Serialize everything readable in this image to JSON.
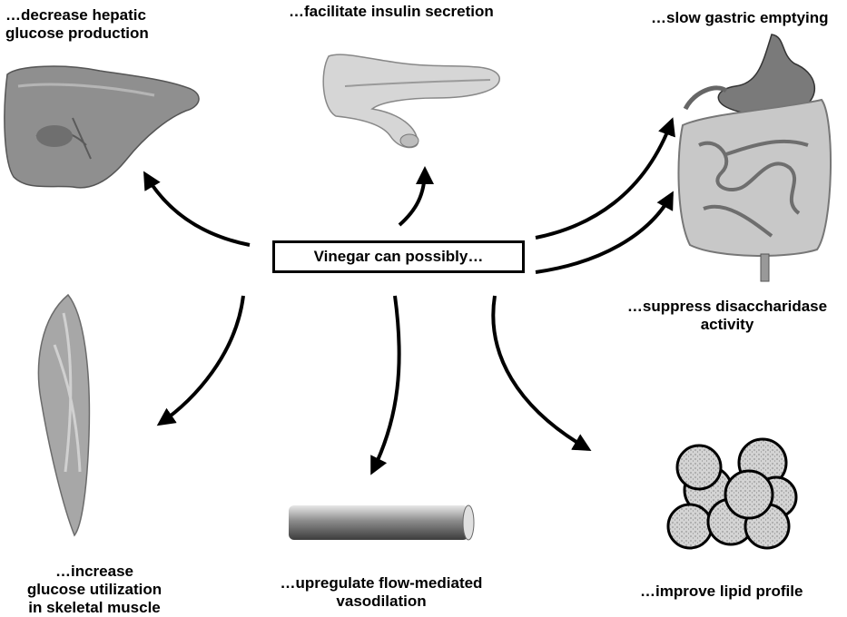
{
  "center": {
    "text": "Vinegar can possibly…"
  },
  "effects": {
    "liver": {
      "line1": "…decrease hepatic",
      "line2": "glucose production"
    },
    "pancreas": {
      "line1": "…facilitate insulin secretion"
    },
    "stomach": {
      "line1": "…slow gastric emptying"
    },
    "intestine": {
      "line1": "…suppress disaccharidase",
      "line2": "activity"
    },
    "muscle": {
      "line1": "…increase",
      "line2": "glucose utilization",
      "line3": "in skeletal muscle"
    },
    "vessel": {
      "line1": "…upregulate flow-mediated",
      "line2": "vasodilation"
    },
    "lipid": {
      "line1": "…improve lipid profile"
    }
  }
}
